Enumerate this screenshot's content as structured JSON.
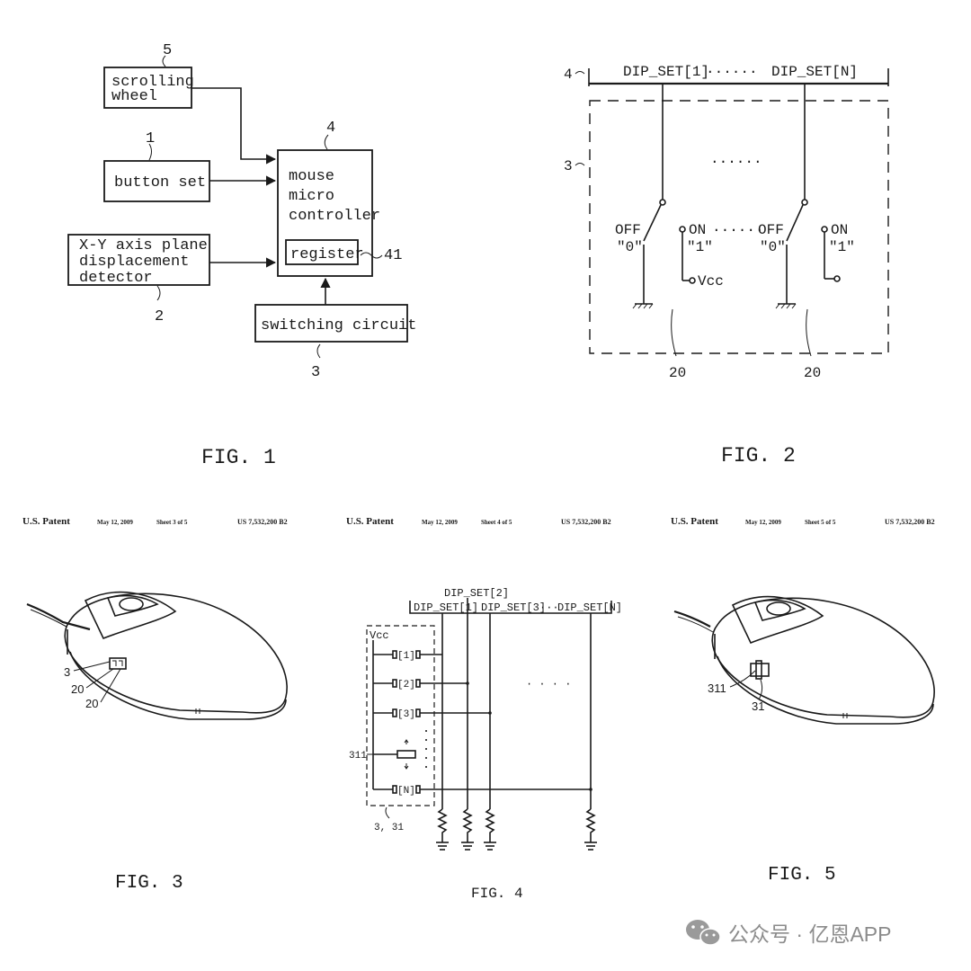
{
  "fig1": {
    "caption": "FIG. 1",
    "scroll_label_1": "scrolling",
    "scroll_label_2": "wheel",
    "scroll_ref": "5",
    "button_label": "button set",
    "button_ref": "1",
    "xy_label_1": "X-Y axis plane",
    "xy_label_2": "displacement",
    "xy_label_3": "detector",
    "xy_ref": "2",
    "mcu_label_1": "mouse",
    "mcu_label_2": "micro",
    "mcu_label_3": "controller",
    "mcu_ref": "4",
    "register_label": "register",
    "register_ref": "41",
    "switch_label": "switching circuit",
    "switch_ref": "3"
  },
  "fig2": {
    "caption": "FIG. 2",
    "bus_ref": "4",
    "bus_label_1": "DIP_SET[1]",
    "bus_dots": "······",
    "bus_label_n": "DIP_SET[N]",
    "box_ref": "3",
    "mid_dots": "······",
    "off_label": "OFF",
    "zero_label": "\"0\"",
    "on_label": "ON",
    "one_label": "\"1\"",
    "row_dots": "······",
    "vcc_label": "Vcc",
    "switch_ref_1": "20",
    "switch_ref_2": "20"
  },
  "header3": {
    "left": "U.S. Patent",
    "date": "May 12, 2009",
    "sheet": "Sheet 3 of 5",
    "number": "US 7,532,200 B2"
  },
  "header4": {
    "left": "U.S. Patent",
    "date": "May 12, 2009",
    "sheet": "Sheet 4 of 5",
    "number": "US 7,532,200 B2"
  },
  "header5": {
    "left": "U.S. Patent",
    "date": "May 12, 2009",
    "sheet": "Sheet 5 of 5",
    "number": "US 7,532,200 B2"
  },
  "fig3": {
    "caption": "FIG. 3",
    "ref_a": "3",
    "ref_b": "20",
    "ref_c": "20"
  },
  "fig4": {
    "caption": "FIG. 4",
    "top_label": "DIP_SET[2]",
    "bus_1": "DIP_SET[1]",
    "bus_3": "DIP_SET[3]",
    "bus_dots": "···",
    "bus_n": "DIP_SET[N]",
    "vcc": "Vcc",
    "pin_1": "[1]",
    "pin_2": "[2]",
    "pin_3": "[3]",
    "pin_n": "[N]",
    "row_dots": "· · · ·",
    "ref_slider": "311",
    "ref_box": "3, 31"
  },
  "fig5": {
    "caption": "FIG. 5",
    "ref_a": "311",
    "ref_b": "31"
  },
  "watermark": {
    "text": "公众号 · 亿恩APP"
  }
}
